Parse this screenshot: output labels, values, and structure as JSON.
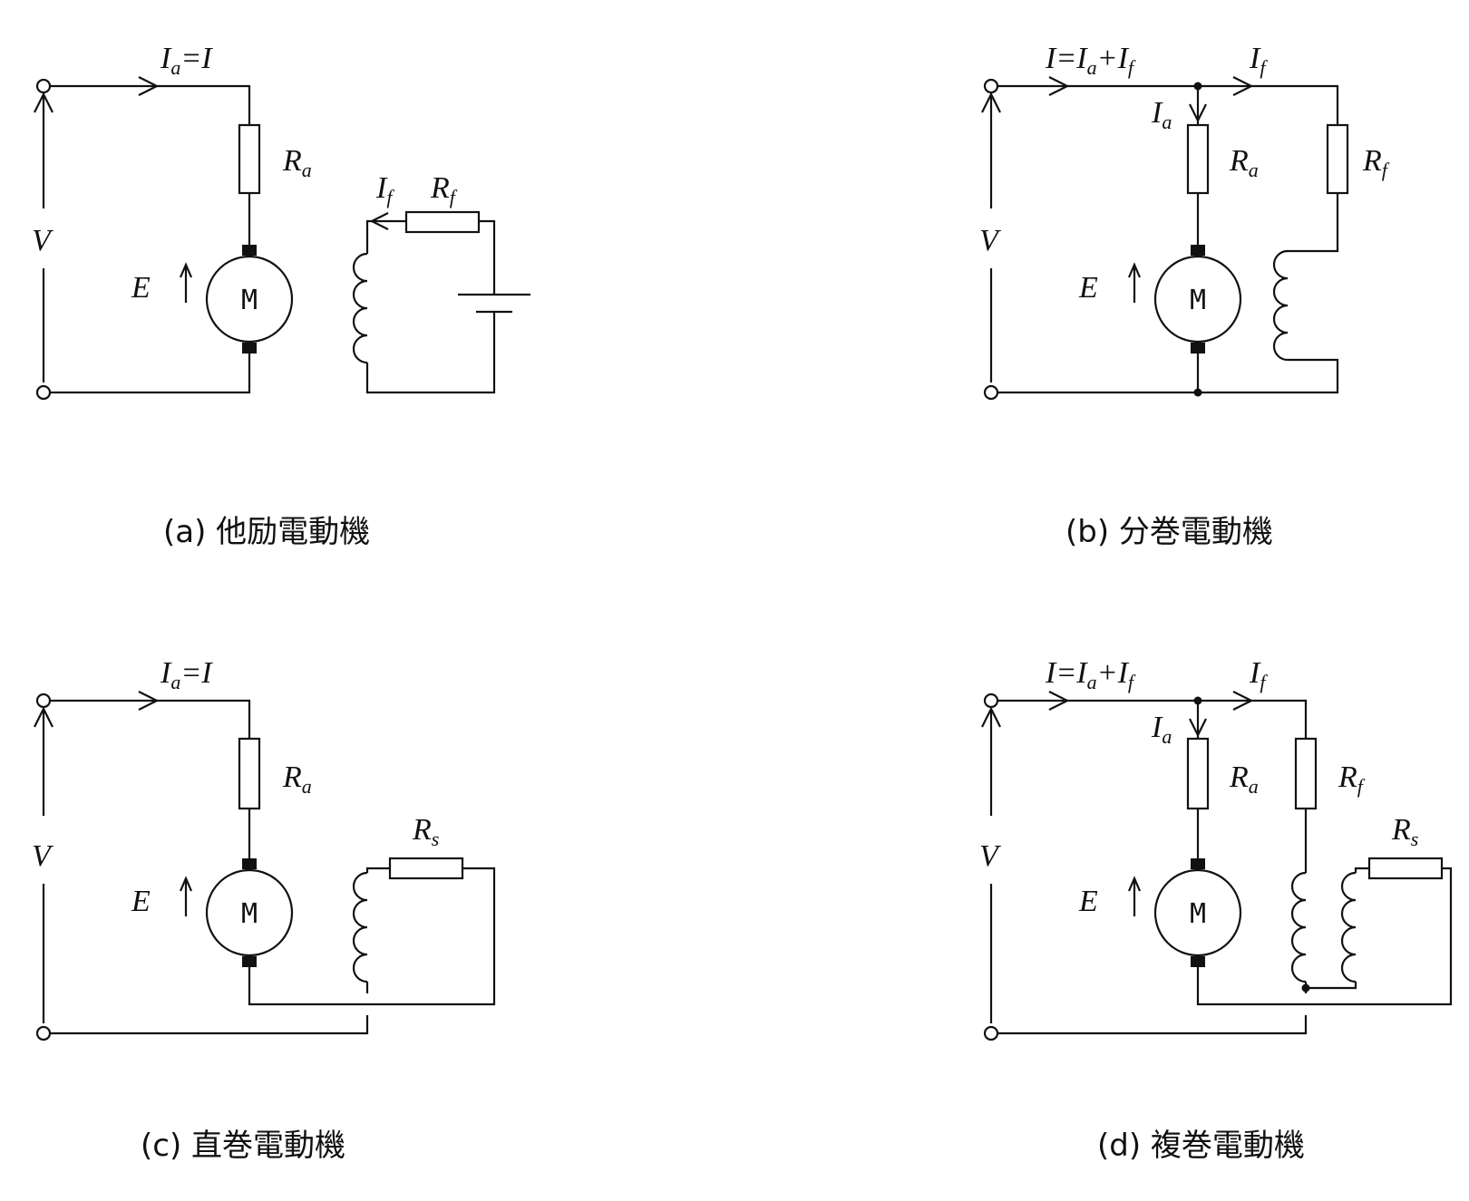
{
  "colors": {
    "line": "#111111",
    "background": "#ffffff"
  },
  "labels": {
    "I": "I",
    "Ia": "I",
    "Ia_sub": "a",
    "If": "I",
    "If_sub": "f",
    "Ra": "R",
    "Ra_sub": "a",
    "Rf": "R",
    "Rf_sub": "f",
    "Rs": "R",
    "Rs_sub": "s",
    "V": "V",
    "E": "E",
    "motor": "M",
    "eq": "=",
    "plus": "+"
  },
  "panels": [
    {
      "id": "a",
      "caption": "(a) 他励電動機"
    },
    {
      "id": "b",
      "caption": "(b) 分巻電動機"
    },
    {
      "id": "c",
      "caption": "(c) 直巻電動機"
    },
    {
      "id": "d",
      "caption": "(d) 複巻電動機"
    }
  ]
}
